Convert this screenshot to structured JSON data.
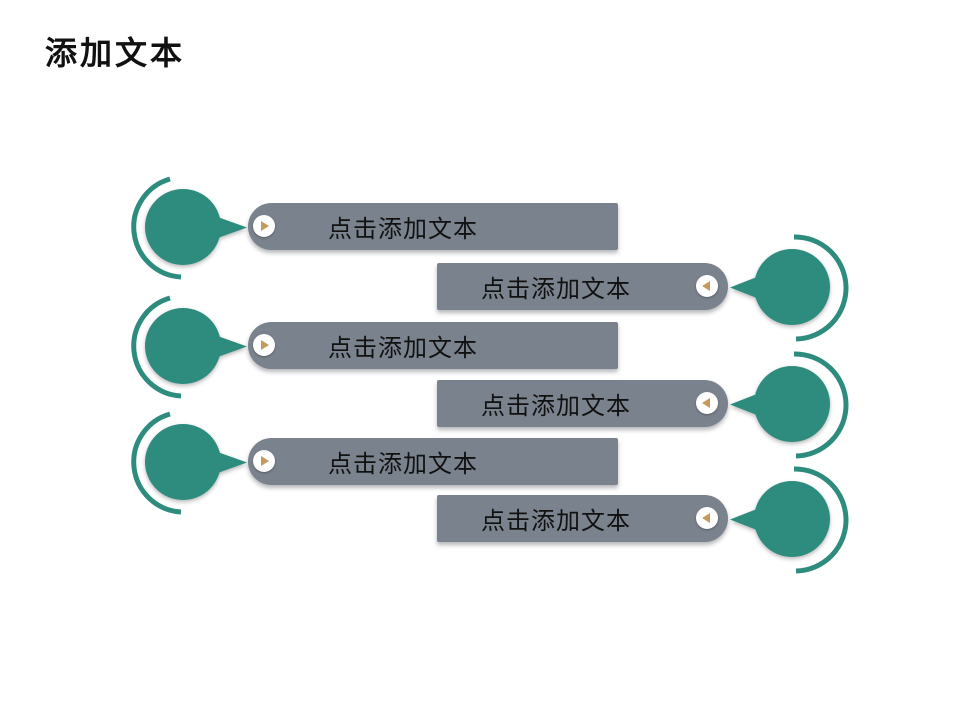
{
  "title": "添加文本",
  "colors": {
    "teal": "#2E8C7F",
    "bar_gray": "#7A828D",
    "bullet_tan": "#C49A5C",
    "text": "#111111",
    "background": "#FFFFFF"
  },
  "figure": {
    "rows": [
      {
        "side": "left",
        "label": "点击添加文本"
      },
      {
        "side": "right",
        "label": "点击添加文本"
      },
      {
        "side": "left",
        "label": "点击添加文本"
      },
      {
        "side": "right",
        "label": "点击添加文本"
      },
      {
        "side": "left",
        "label": "点击添加文本"
      },
      {
        "side": "right",
        "label": "点击添加文本"
      }
    ],
    "icons": {
      "left_bullet": "play-triangle-right-icon",
      "right_bullet": "play-triangle-left-icon"
    }
  }
}
